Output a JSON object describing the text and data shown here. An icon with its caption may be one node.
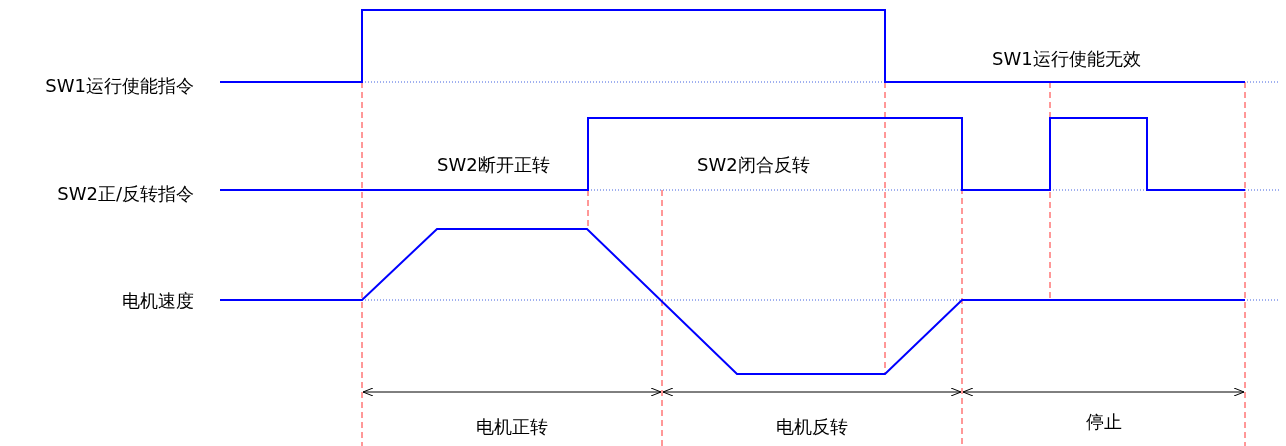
{
  "diagram": {
    "labels": [
      "SW1运行使能无效",
      "SW1运行使能指令",
      "SW2断开正转",
      "SW2闭合反转",
      "SW2正/反转指令",
      "电机速度",
      "电机正转",
      "电机反转",
      "停止"
    ]
  }
}
